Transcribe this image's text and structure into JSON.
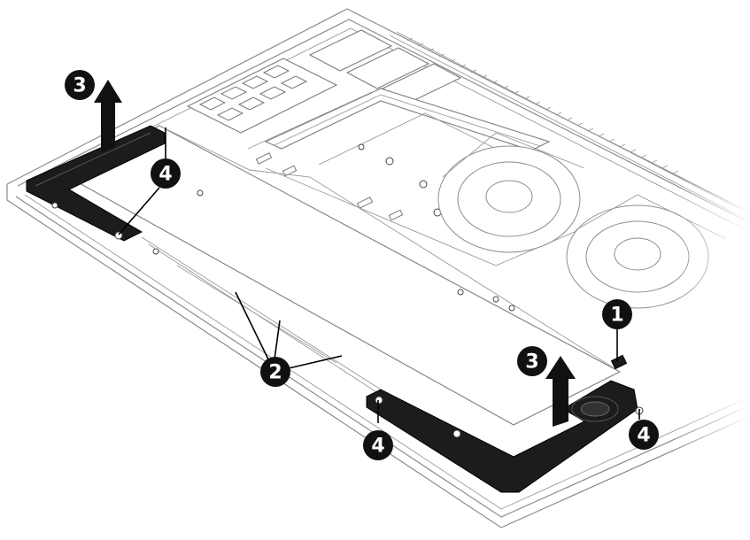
{
  "callouts": [
    {
      "id": "callout-1",
      "number": "1"
    },
    {
      "id": "callout-2",
      "number": "2"
    },
    {
      "id": "callout-3-left",
      "number": "3"
    },
    {
      "id": "callout-3-right",
      "number": "3"
    },
    {
      "id": "callout-4-top-left",
      "number": "4"
    },
    {
      "id": "callout-4-bottom-middle",
      "number": "4"
    },
    {
      "id": "callout-4-bottom-right",
      "number": "4"
    }
  ],
  "colors": {
    "callout": "#111111",
    "speaker": "#1c1c1c",
    "line_art": "#8a8a8a"
  }
}
